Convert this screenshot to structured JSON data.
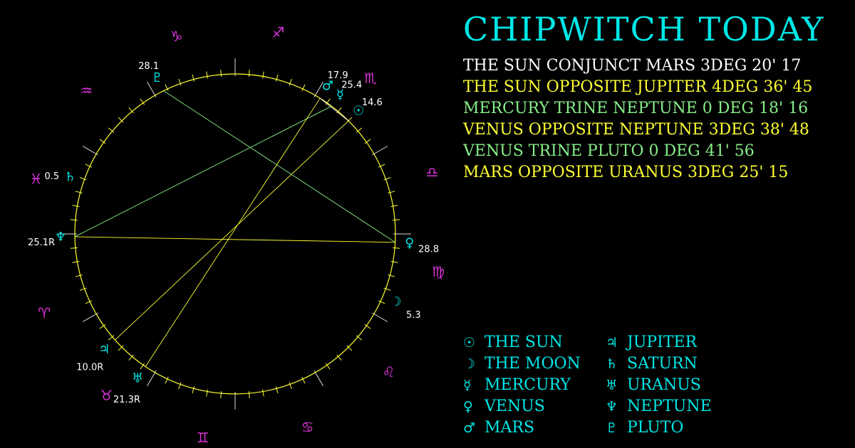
{
  "title": "CHIPWITCH TODAY",
  "colors": {
    "cyan": "#00e6e6",
    "magenta": "#dd33dd",
    "yellow": "#ffff33",
    "green": "#88ee88",
    "white": "#ffffff",
    "wheel": "#ffff33"
  },
  "aspects": [
    {
      "text": "THE SUN CONJUNCT MARS 3DEG 20' 17",
      "color": "#ffffff"
    },
    {
      "text": "THE SUN OPPOSITE JUPITER 4DEG 36' 45",
      "color": "#ffff33"
    },
    {
      "text": "MERCURY TRINE NEPTUNE 0 DEG 18' 16",
      "color": "#88ee88"
    },
    {
      "text": "VENUS OPPOSITE NEPTUNE 3DEG 38' 48",
      "color": "#ffff33"
    },
    {
      "text": "VENUS TRINE PLUTO 0 DEG 41' 56",
      "color": "#88ee88"
    },
    {
      "text": "MARS OPPOSITE URANUS 3DEG 25' 15",
      "color": "#ffff33"
    }
  ],
  "legend": {
    "left": [
      {
        "glyph": "☉",
        "label": "THE SUN"
      },
      {
        "glyph": "☽",
        "label": "THE MOON"
      },
      {
        "glyph": "☿",
        "label": "MERCURY"
      },
      {
        "glyph": "♀",
        "label": "VENUS"
      },
      {
        "glyph": "♂",
        "label": "MARS"
      }
    ],
    "right": [
      {
        "glyph": "♃",
        "label": "JUPITER"
      },
      {
        "glyph": "♄",
        "label": "SATURN"
      },
      {
        "glyph": "♅",
        "label": "URANUS"
      },
      {
        "glyph": "♆",
        "label": "NEPTUNE"
      },
      {
        "glyph": "♇",
        "label": "PLUTO"
      }
    ]
  },
  "zodiac": [
    {
      "sign": "aries",
      "glyph": "♈",
      "angle": 157.5
    },
    {
      "sign": "taurus",
      "glyph": "♉",
      "angle": 128.5
    },
    {
      "sign": "gemini",
      "glyph": "♊",
      "angle": 99
    },
    {
      "sign": "cancer",
      "glyph": "♋",
      "angle": 69.5
    },
    {
      "sign": "leo",
      "glyph": "♌",
      "angle": 42
    },
    {
      "sign": "virgo",
      "glyph": "♍",
      "angle": 10.5
    },
    {
      "sign": "libra",
      "glyph": "♎",
      "angle": -17.5
    },
    {
      "sign": "scorpio",
      "glyph": "♏",
      "angle": -49
    },
    {
      "sign": "sagittarius",
      "glyph": "♐",
      "angle": -78
    },
    {
      "sign": "capricorn",
      "glyph": "♑",
      "angle": -106.5
    },
    {
      "sign": "aquarius",
      "glyph": "♒",
      "angle": -136
    },
    {
      "sign": "pisces",
      "glyph": "♓",
      "angle": -164.5
    }
  ],
  "planets": [
    {
      "name": "sun",
      "glyph": "☉",
      "angle": -45,
      "degree": "14.6"
    },
    {
      "name": "moon",
      "glyph": "☽",
      "angle": 23,
      "degree": "5.3"
    },
    {
      "name": "mercury",
      "glyph": "☿",
      "angle": -53,
      "degree": "25.4"
    },
    {
      "name": "venus",
      "glyph": "♀",
      "angle": 3,
      "degree": "28.8"
    },
    {
      "name": "mars",
      "glyph": "♂",
      "angle": -58,
      "degree": "17.9"
    },
    {
      "name": "jupiter",
      "glyph": "♃",
      "angle": 138.5,
      "degree": "10.0R"
    },
    {
      "name": "saturn",
      "glyph": "♄",
      "angle": -161,
      "degree": "0.5"
    },
    {
      "name": "uranus",
      "glyph": "♅",
      "angle": 124,
      "degree": "21.3R"
    },
    {
      "name": "neptune",
      "glyph": "♆",
      "angle": 179,
      "degree": "25.1R"
    },
    {
      "name": "pluto",
      "glyph": "♇",
      "angle": -116.5,
      "degree": "28.1"
    }
  ],
  "aspect_lines": [
    {
      "from": "sun",
      "to": "mars",
      "color": "#ffffff"
    },
    {
      "from": "sun",
      "to": "jupiter",
      "color": "#ffff33"
    },
    {
      "from": "mercury",
      "to": "neptune",
      "color": "#88ee88"
    },
    {
      "from": "venus",
      "to": "neptune",
      "color": "#ffff33"
    },
    {
      "from": "venus",
      "to": "pluto",
      "color": "#88ee88"
    },
    {
      "from": "mars",
      "to": "uranus",
      "color": "#ffff33"
    }
  ]
}
